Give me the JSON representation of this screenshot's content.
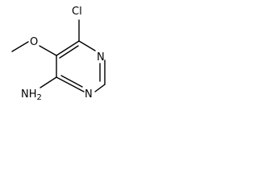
{
  "structure": {
    "atoms": {
      "chlorine": "Cl",
      "oxygen": "O",
      "nitrogen_top": "N",
      "nitrogen_right": "N",
      "amine": "NH",
      "amine_subscript": "2"
    }
  },
  "colors": {
    "ink": "#000000",
    "background": "#ffffff"
  }
}
